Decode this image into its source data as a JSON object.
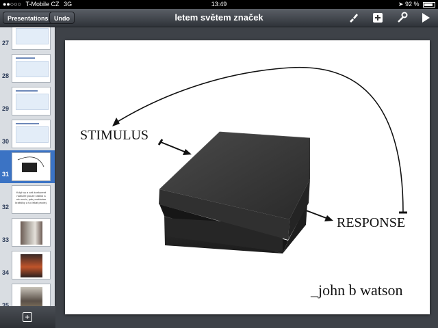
{
  "status": {
    "carrier": "T-Mobile CZ",
    "network": "3G",
    "time": "13:49",
    "battery": "92 %"
  },
  "toolbar": {
    "presentations_label": "Presentations",
    "undo_label": "Undo",
    "title": "letem světem značek"
  },
  "sidebar": {
    "slides": [
      {
        "num": "27",
        "kind": "text"
      },
      {
        "num": "28",
        "kind": "text"
      },
      {
        "num": "29",
        "kind": "text"
      },
      {
        "num": "30",
        "kind": "text"
      },
      {
        "num": "31",
        "kind": "box",
        "selected": true
      },
      {
        "num": "32",
        "kind": "quote",
        "text": "Když vy a váš konkurent nabízíte pouze krabici a nic navíc, pak prodávám krabičky a tu čekat prodej."
      },
      {
        "num": "33",
        "kind": "photo"
      },
      {
        "num": "34",
        "kind": "photo"
      },
      {
        "num": "35",
        "kind": "photo"
      }
    ]
  },
  "slide": {
    "stimulus": "STIMULUS",
    "response": "RESPONSE",
    "author": "_john b watson"
  },
  "colors": {
    "selection": "#3b73c4",
    "toolbar": "#3a3e44"
  }
}
